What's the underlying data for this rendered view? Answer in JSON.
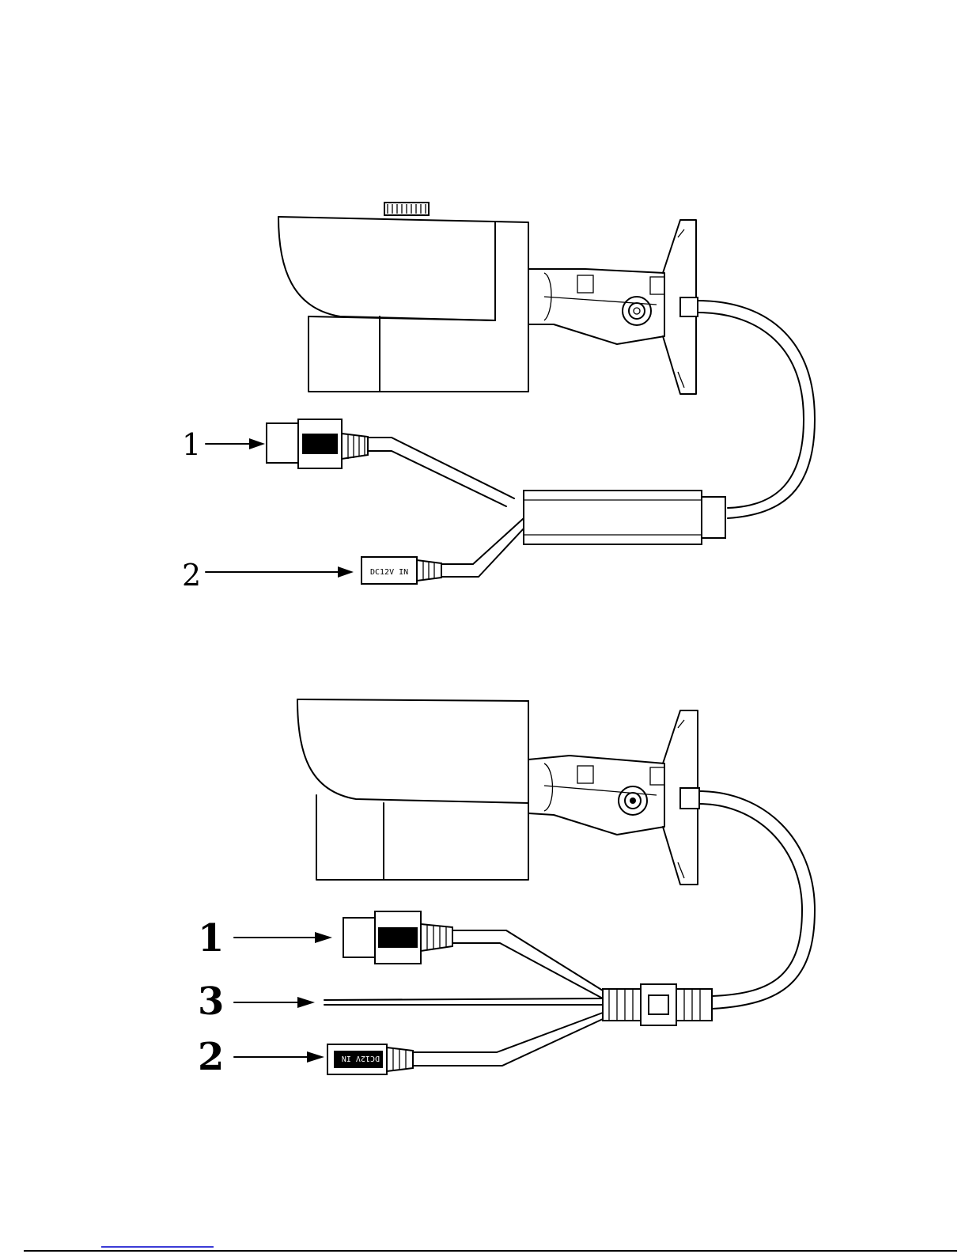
{
  "diagram_top": {
    "callouts": [
      {
        "label": "1",
        "target": "rj45-connector"
      },
      {
        "label": "2",
        "target": "dc-power-connector"
      }
    ],
    "power_jack_text": "DC12V IN"
  },
  "diagram_bottom": {
    "callouts": [
      {
        "label": "1",
        "target": "rj45-connector"
      },
      {
        "label": "3",
        "target": "audio-wire"
      },
      {
        "label": "2",
        "target": "dc-power-connector"
      }
    ],
    "power_jack_text": "DC12V IN"
  }
}
